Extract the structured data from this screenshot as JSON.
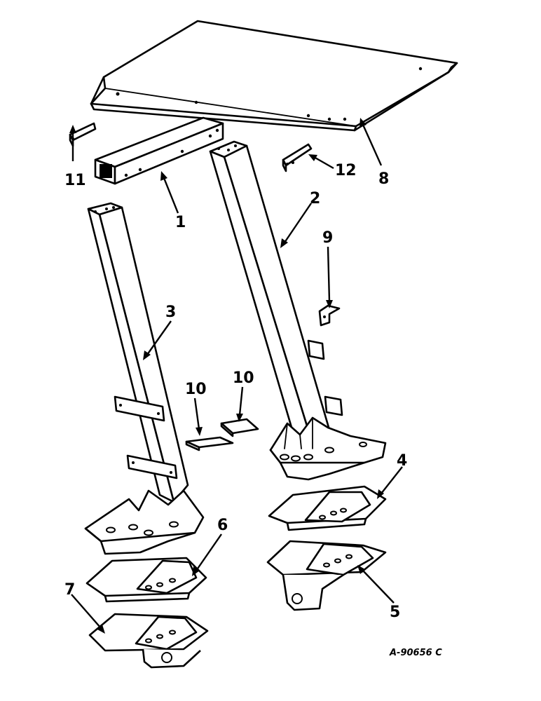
{
  "drawing_code": "A-90656 C",
  "callouts": [
    {
      "id": "1",
      "text": "1"
    },
    {
      "id": "2",
      "text": "2"
    },
    {
      "id": "3",
      "text": "3"
    },
    {
      "id": "4",
      "text": "4"
    },
    {
      "id": "5",
      "text": "5"
    },
    {
      "id": "6",
      "text": "6"
    },
    {
      "id": "7",
      "text": "7"
    },
    {
      "id": "8",
      "text": "8"
    },
    {
      "id": "9",
      "text": "9"
    },
    {
      "id": "10a",
      "text": "10"
    },
    {
      "id": "10b",
      "text": "10"
    },
    {
      "id": "11",
      "text": "11"
    },
    {
      "id": "12",
      "text": "12"
    }
  ]
}
